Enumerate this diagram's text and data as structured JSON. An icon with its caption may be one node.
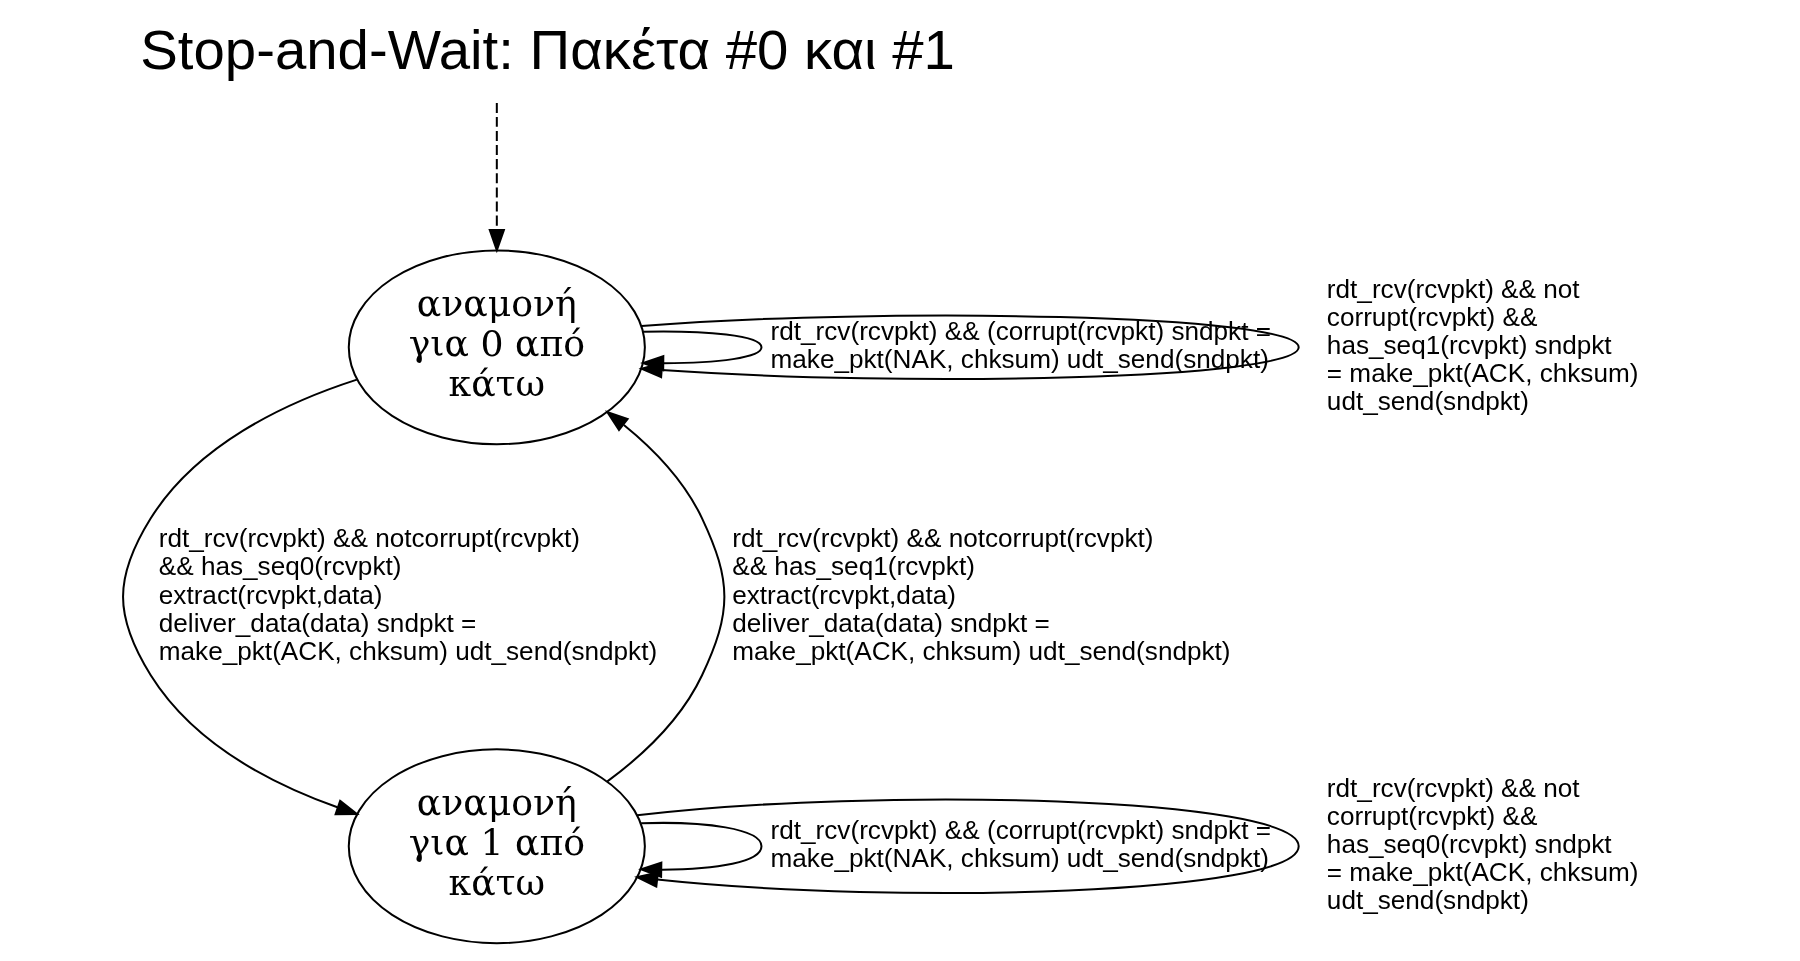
{
  "diagram": {
    "title": "Stop-and-Wait: Πακέτα #0 και #1",
    "nodes": [
      {
        "text": [
          "αναμονή για 0 από κάτω"
        ]
      },
      {
        "text": [
          "αναμονή για 1 από κάτω"
        ]
      }
    ],
    "edges": [
      {
        "from": null,
        "to": 0,
        "arrow": "to",
        "style": "dashed"
      },
      {
        "from": 0,
        "to": 1,
        "arrow": "to",
        "label": "rdt_rcv(rcvpkt) && notcorrupt(rcvpkt) && has_seq0(rcvpkt) extract(rcvpkt,data) deliver_data(data) sndpkt = make_pkt(ACK, chksum) udt_send(sndpkt)"
      },
      {
        "from": 1,
        "to": 0,
        "arrow": "to",
        "label": "rdt_rcv(rcvpkt) && notcorrupt(rcvpkt) && has_seq1(rcvpkt) extract(rcvpkt,data) deliver_data(data) sndpkt = make_pkt(ACK, chksum) udt_send(sndpkt)"
      },
      {
        "from": 0,
        "to": 0,
        "arrow": "to",
        "label": "rdt_rcv(rcvpkt) && (corrupt(rcvpkt) sndpkt = make_pkt(NAK, chksum) udt_send(sndpkt)"
      },
      {
        "from": 0,
        "to": 0,
        "arrow": "to",
        "label": "rdt_rcv(rcvpkt) && not corrupt(rcvpkt) && has_seq1(rcvpkt) sndpkt = make_pkt(ACK, chksum) udt_send(sndpkt)"
      },
      {
        "from": 1,
        "to": 1,
        "arrow": "to",
        "label": "rdt_rcv(rcvpkt) && (corrupt(rcvpkt) sndpkt = make_pkt(NAK, chksum) udt_send(sndpkt)"
      },
      {
        "from": 1,
        "to": 1,
        "arrow": "to",
        "label": "rdt_rcv(rcvpkt) && not corrupt(rcvpkt) && has_seq0(rcvpkt) sndpkt = make_pkt(ACK, chksum) udt_send(sndpkt)"
      }
    ]
  }
}
